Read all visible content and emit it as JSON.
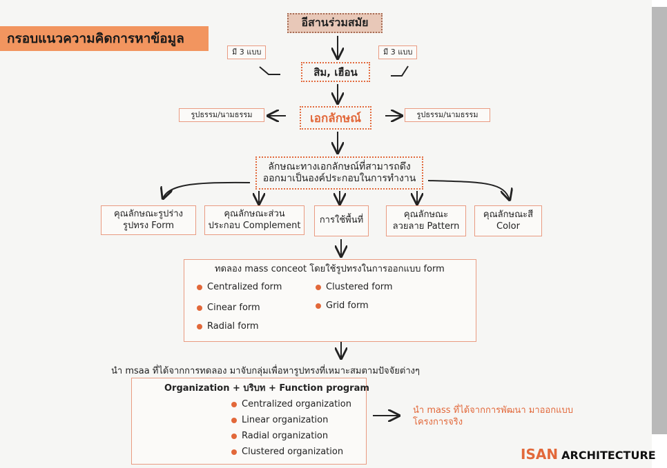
{
  "title": "กรอบแนวความคิดการหาข้อมูล",
  "top_node": "อีสานร่วมสมัย",
  "side_left_top": "มี 3 แบบ",
  "side_right_top": "มี 3 แบบ",
  "node_2": "สิม, เฮือน",
  "node_3": "เอกลักษณ์",
  "side_left_mid": "รูปธรรม/นามธรรม",
  "side_right_mid": "รูปธรรม/นามธรรม",
  "node_4_line1": "ลักษณะทางเอกลักษณ์ที่สามารถดึง",
  "node_4_line2": "ออกมาเป็นองค์ประกอบในการทำงาน",
  "features": [
    {
      "line1": "คุณลักษณะรูปร่าง",
      "line2": "รูปทรง Form"
    },
    {
      "line1": "คุณลักษณะส่วน",
      "line2": "ประกอบ Complement"
    },
    {
      "line1": "การใช้พื้นที่",
      "line2": ""
    },
    {
      "line1": "คุณลักษณะ",
      "line2": "ลวยลาย Pattern"
    },
    {
      "line1": "คุณลักษณะสี",
      "line2": "Color"
    }
  ],
  "experiment": {
    "heading": "ทดลอง mass conceot โดยใช้รูปทรงในการออกแบบ form",
    "items_left": [
      "Centralized form",
      "Cinear  form",
      "Radial  form"
    ],
    "items_right": [
      "Clustered  form",
      "Grid  form"
    ]
  },
  "step_text": "นำ msaa ที่ได้จากการทดลอง มาจับกลุ่มเพื่อหารูปทรงที่เหมาะสมตามปัจจัยต่างๆ",
  "organization": {
    "heading": "Organization +  บริบท + Function program",
    "items": [
      "Centralized organization",
      "Linear  organization",
      "Radial  organization",
      "Clustered  organization"
    ]
  },
  "result_line1": "นำ mass ที่ได้จากการพัฒนา มาออกแบบ",
  "result_line2": "โครงการจริง",
  "logo": {
    "isan": "ISAN",
    "architecture": "ARCHITECTURE"
  },
  "colors": {
    "accent": "#e2683a",
    "title_bar": "#f2955f",
    "box_border": "#e99a80"
  }
}
